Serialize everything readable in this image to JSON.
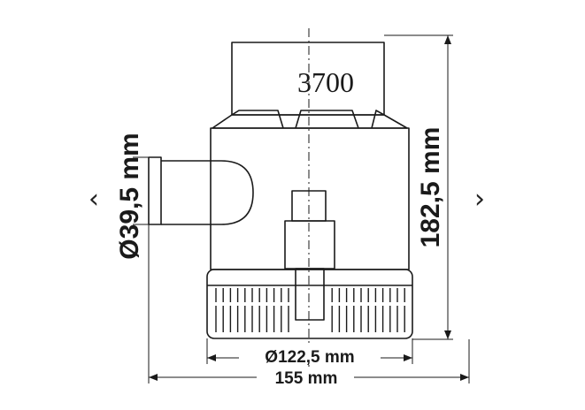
{
  "drawing": {
    "model_label": "3700",
    "dim_outlet_diameter": "Ø39,5 mm",
    "dim_height": "182,5 mm",
    "dim_base_diameter": "Ø122,5 mm",
    "dim_width": "155 mm"
  },
  "gallery": {
    "prev_glyph": "‹",
    "next_glyph": "›"
  },
  "icons": {
    "prev": "chevron-left-icon",
    "next": "chevron-right-icon"
  },
  "colors": {
    "ink": "#1a1a1a",
    "background": "#ffffff"
  }
}
